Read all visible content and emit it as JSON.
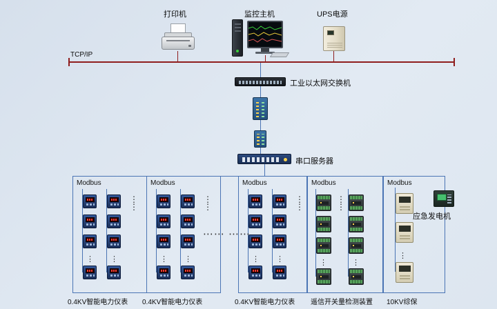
{
  "colors": {
    "bus_red": "#8f1d1d",
    "line_blue": "#4a74b4",
    "background": "#dde6f0"
  },
  "top_devices": {
    "printer_label": "打印机",
    "host_label": "监控主机",
    "ups_label": "UPS电源"
  },
  "network": {
    "tcp_label": "TCP/IP",
    "switch_label": "工业以太网交换机",
    "serial_server_label": "串口服务器"
  },
  "sections": [
    {
      "modbus_label": "Modbus",
      "bottom_label": "0.4KV智能电力仪表",
      "device": "meter",
      "columns": 2,
      "rows": 4
    },
    {
      "modbus_label": "Modbus",
      "bottom_label": "0.4KV智能电力仪表",
      "device": "meter",
      "columns": 2,
      "rows": 4
    },
    {
      "modbus_label": "Modbus",
      "bottom_label": "0.4KV智能电力仪表",
      "device": "meter",
      "columns": 2,
      "rows": 4
    },
    {
      "modbus_label": "Modbus",
      "bottom_label": "遥信开关量检测装置",
      "device": "io",
      "columns": 2,
      "rows": 4
    },
    {
      "modbus_label": "Modbus",
      "bottom_label": "10KV综保",
      "device": "relay",
      "columns": 1,
      "rows": 3
    }
  ],
  "generator": {
    "label": "应急发电机"
  },
  "glyphs": {
    "v_ellipsis": "⋮",
    "h_ellipsis": "⋯⋯   ⋯⋯"
  }
}
